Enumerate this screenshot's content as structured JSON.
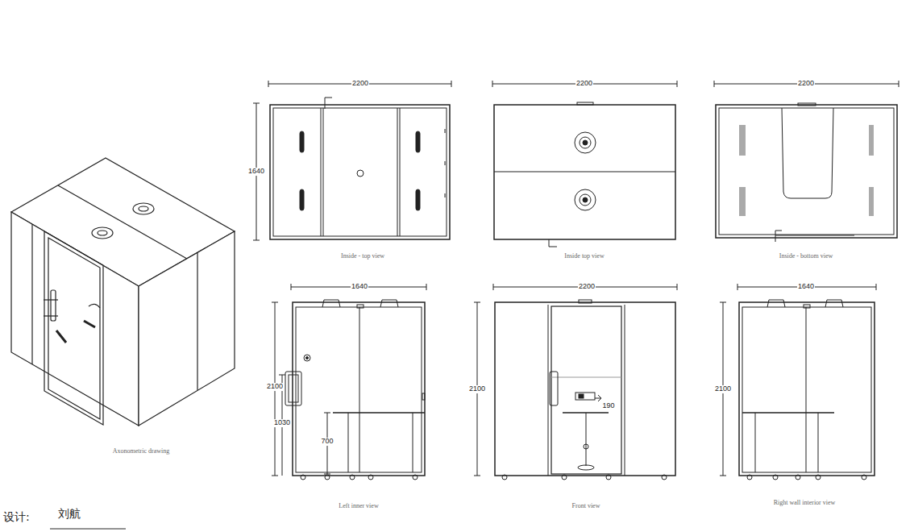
{
  "diagram": {
    "labels": [
      "2200",
      "2200",
      "2200",
      "1640",
      "Inside - top view",
      "Inside top view",
      "Inside - bottom view",
      "1640",
      "2200",
      "1640",
      "2100",
      "1030",
      "700",
      "2100",
      "190",
      "2100",
      "Axonometric drawing",
      "Left inner view",
      "Front view",
      "Right wall interior view",
      "设计:",
      "刘航"
    ]
  }
}
